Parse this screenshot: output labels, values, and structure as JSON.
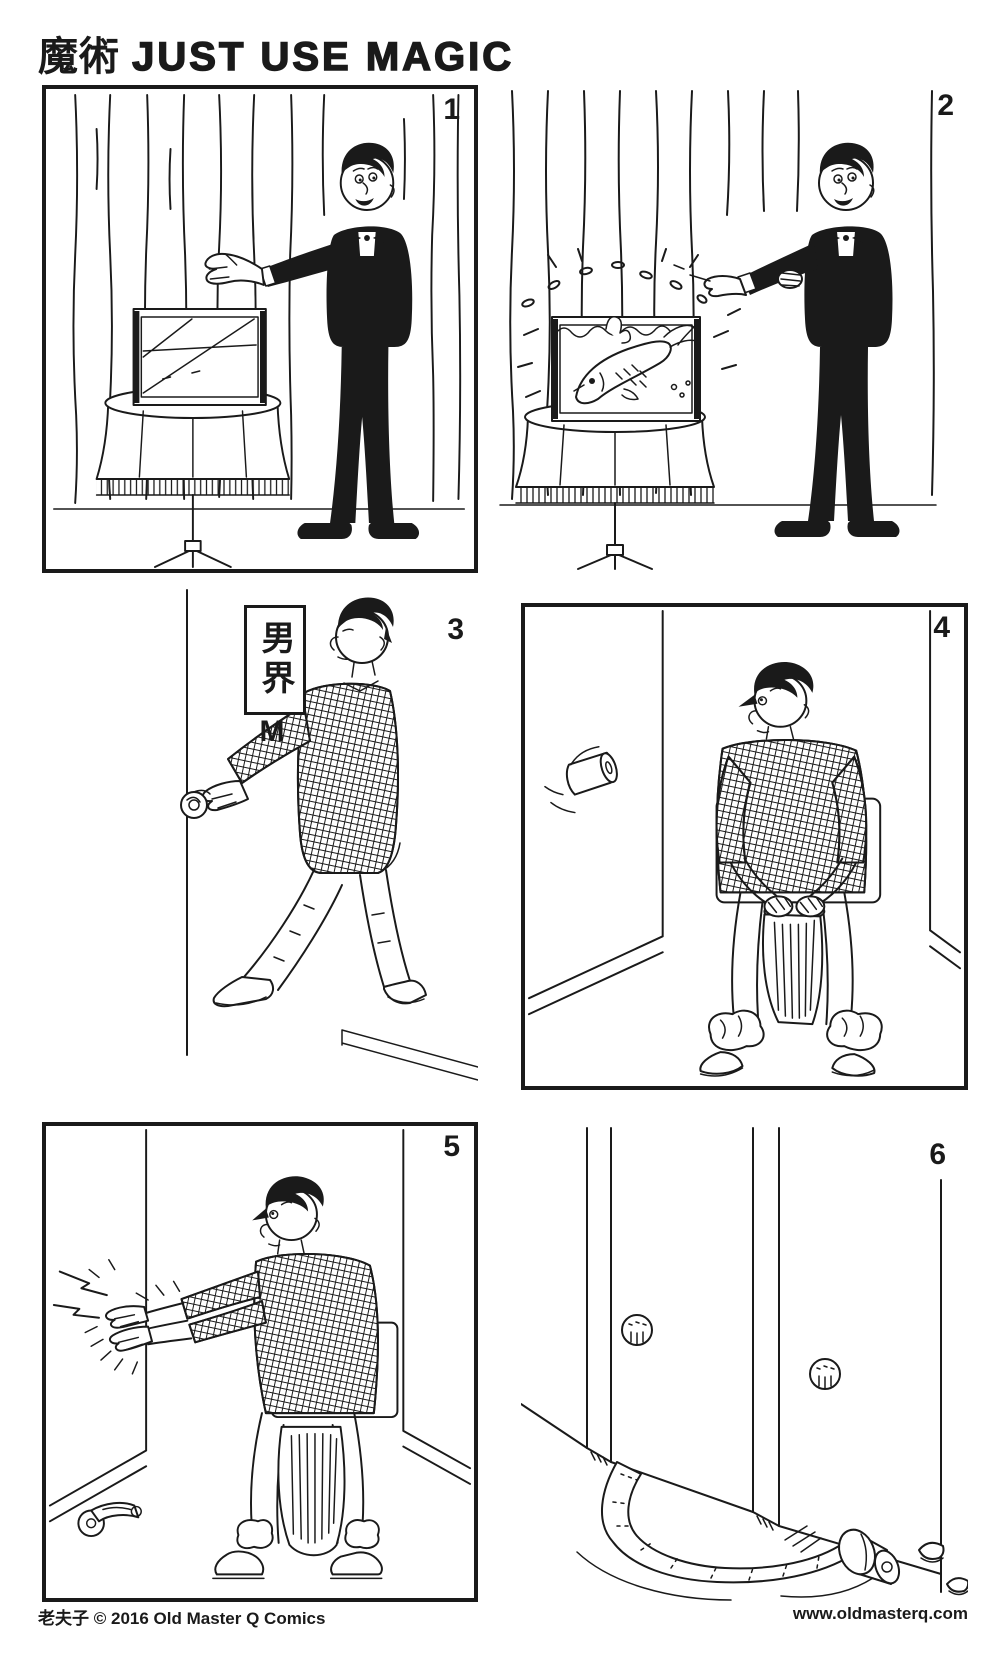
{
  "page": {
    "title_zh": "魔術",
    "title_en": "JUST USE MAGIC"
  },
  "footer": {
    "brand_zh": "老夫子",
    "copyright": "© 2016 Old Master Q Comics",
    "website": "www.oldmasterq.com"
  },
  "restroom_sign": {
    "characters": "男界",
    "letter": "M"
  },
  "panels": [
    {
      "number": "1",
      "framed": true,
      "scene": "Magician in a tuxedo presents an empty glass tank on a fringed tripod table in front of a striped curtain"
    },
    {
      "number": "2",
      "framed": false,
      "scene": "With a wave of his hands a live fish magically appears splashing in the tank"
    },
    {
      "number": "3",
      "framed": false,
      "scene": "Man in a plaid shirt walks toward the men's room door carrying a small toilet-paper roll"
    },
    {
      "number": "4",
      "framed": true,
      "scene": "Sitting on the toilet in a stall, the man watches the empty paper core fly away"
    },
    {
      "number": "5",
      "framed": true,
      "scene": "The man waves his hands and conjures a magic flash while sitting on the toilet"
    },
    {
      "number": "6",
      "framed": false,
      "scene": "Seen below the stall partitions, a toilet-paper roll unrolls across the floor, pulled from the next stall"
    }
  ],
  "colors": {
    "ink": "#1a1a1a",
    "paper": "#ffffff"
  }
}
